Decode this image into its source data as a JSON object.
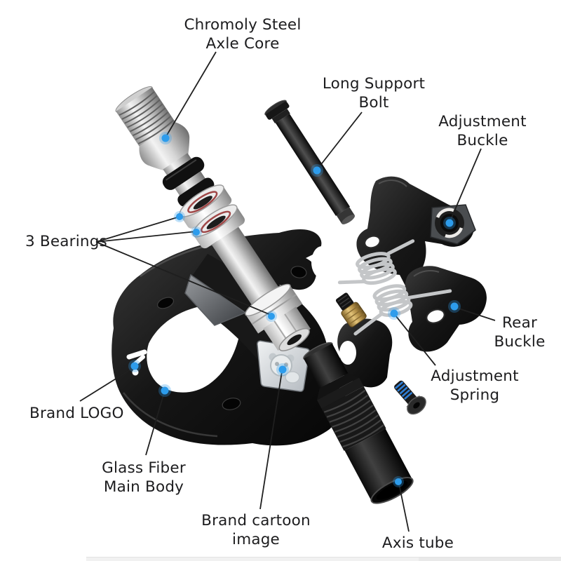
{
  "figure": {
    "type": "exploded-parts-diagram",
    "subject": "bicycle pedal assembly",
    "background": "#ffffff"
  },
  "style": {
    "accent_dot_color": "#2d9cec",
    "callout_line_color": "#1f1f1f",
    "label_text_color": "#1c1c1e",
    "steel_color": "#d9d9d9",
    "body_color": "#141414",
    "brass_color": "#d0ac62",
    "screw_threadlock_color": "#2f7fd6",
    "bearing_seal_color": "#a04848"
  },
  "labels": {
    "axle_core": {
      "text": "Chromoly Steel\nAxle Core"
    },
    "support_bolt": {
      "text": "Long Support\nBolt"
    },
    "adjustment_buckle": {
      "text": "Adjustment\nBuckle"
    },
    "bearings": {
      "text": "3 Bearings"
    },
    "rear_buckle": {
      "text": "Rear\nBuckle"
    },
    "adjustment_spring": {
      "text": "Adjustment\nSpring"
    },
    "brand_logo": {
      "text": "Brand LOGO"
    },
    "main_body": {
      "text": "Glass Fiber\nMain Body"
    },
    "brand_cartoon": {
      "text": "Brand cartoon\nimage"
    },
    "axis_tube": {
      "text": "Axis tube"
    }
  }
}
